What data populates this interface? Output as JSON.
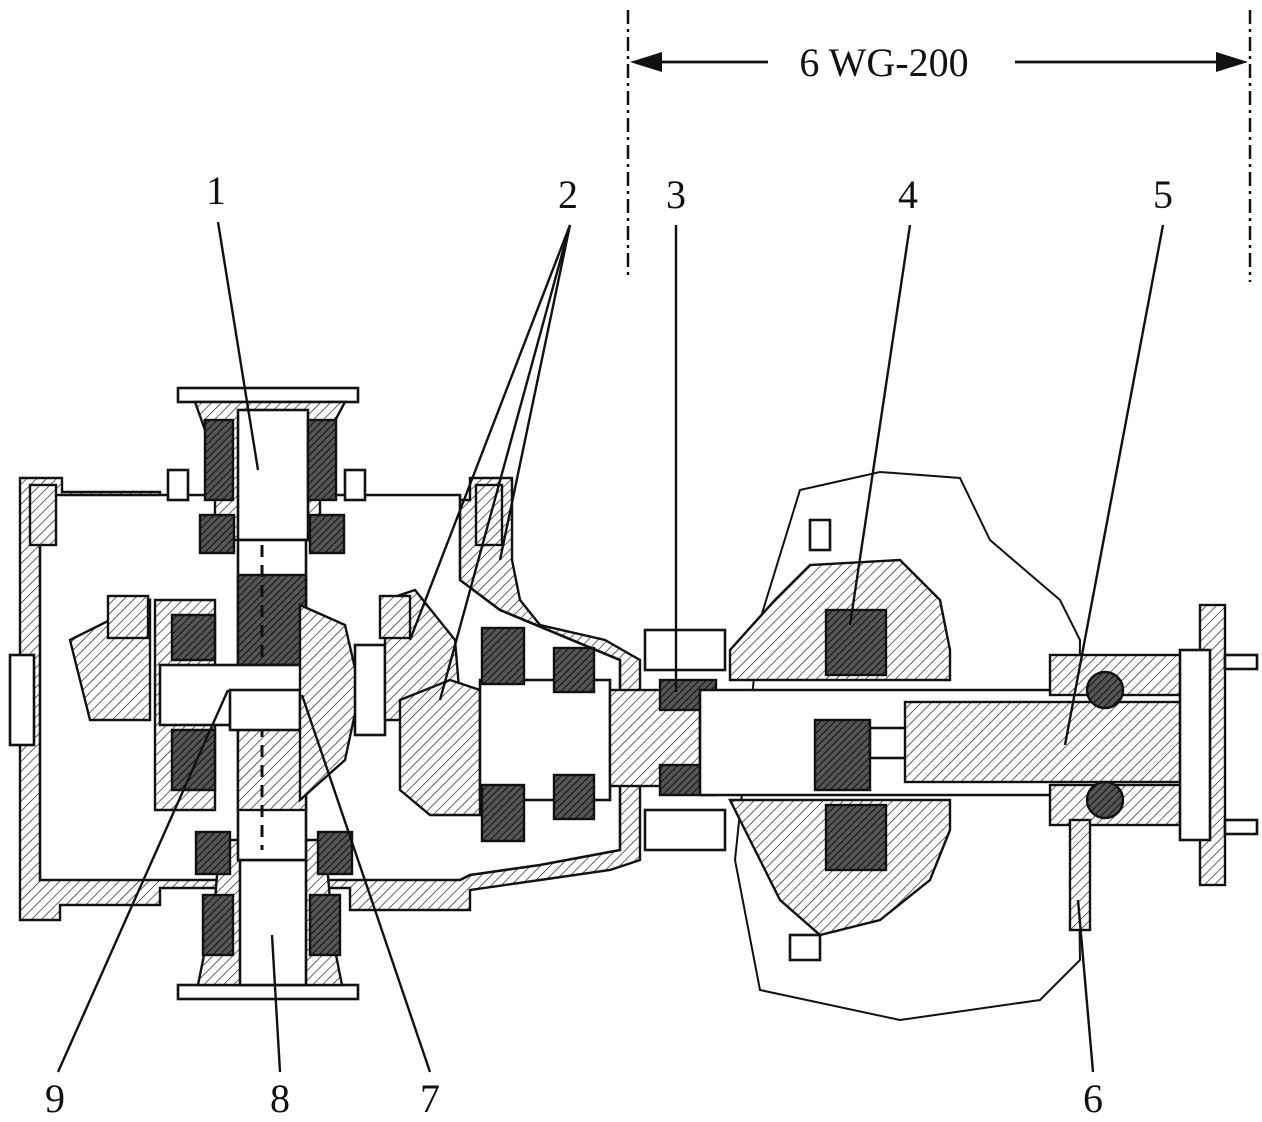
{
  "dimension": {
    "label": "6 WG-200"
  },
  "callouts": [
    {
      "id": "1",
      "text": "1"
    },
    {
      "id": "2",
      "text": "2"
    },
    {
      "id": "3",
      "text": "3"
    },
    {
      "id": "4",
      "text": "4"
    },
    {
      "id": "5",
      "text": "5"
    },
    {
      "id": "6",
      "text": "6"
    },
    {
      "id": "7",
      "text": "7"
    },
    {
      "id": "8",
      "text": "8"
    },
    {
      "id": "9",
      "text": "9"
    }
  ]
}
